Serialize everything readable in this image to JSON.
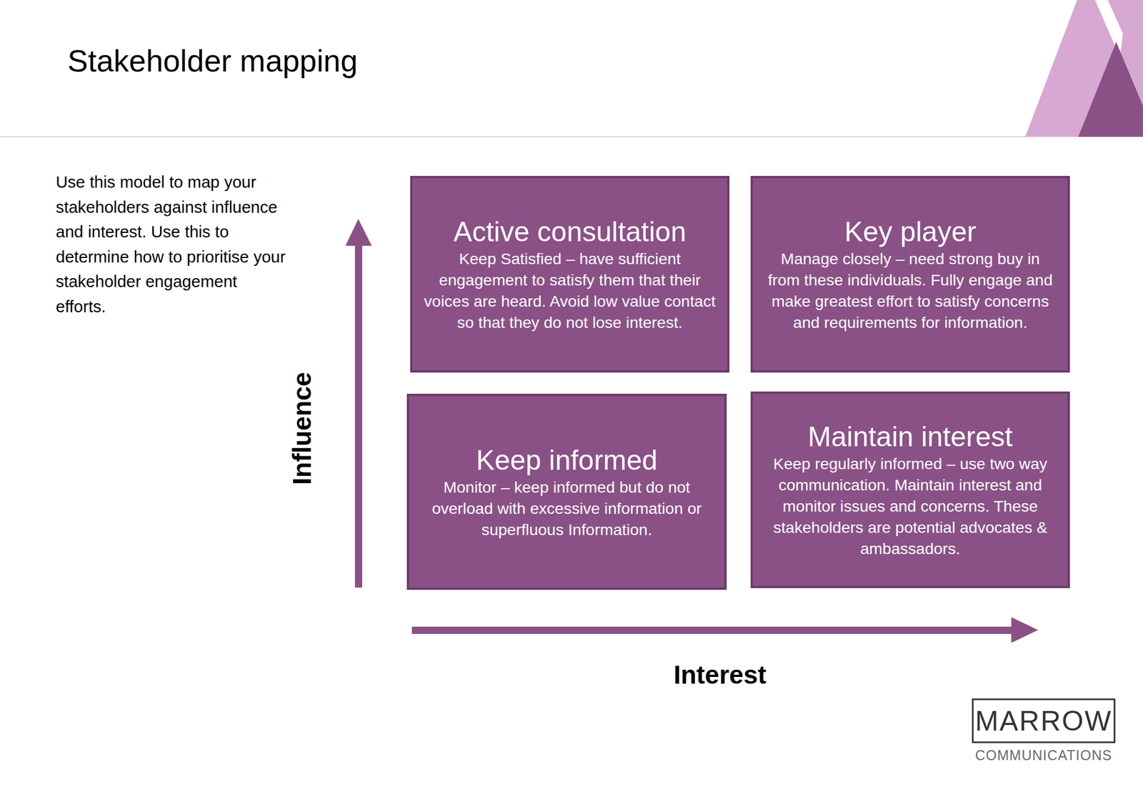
{
  "diagram": {
    "title": "Stakeholder mapping",
    "nodes": [
      {
        "text": [
          "Active consultation",
          "Keep Satisfied – have sufficient engagement to satisfy them that their voices are heard. Avoid low value contact so that they do not lose interest."
        ]
      },
      {
        "text": [
          "Key player",
          "Manage closely – need strong buy in from these individuals. Fully engage and make greatest effort to satisfy concerns and requirements for information."
        ]
      },
      {
        "text": [
          "Keep informed",
          "Monitor – keep informed but do not overload with excessive information or superfluous Information."
        ]
      },
      {
        "text": [
          "Maintain interest",
          "Keep regularly informed – use two way communication. Maintain interest and monitor issues and concerns. These stakeholders are potential advocates & ambassadors."
        ]
      }
    ],
    "labels": [
      "Use this model to map your stakeholders against influence and interest. Use this to determine how to prioritise your stakeholder engagement efforts.",
      "Influence",
      "Interest",
      "MARROW",
      "COMMUNICATIONS"
    ]
  }
}
